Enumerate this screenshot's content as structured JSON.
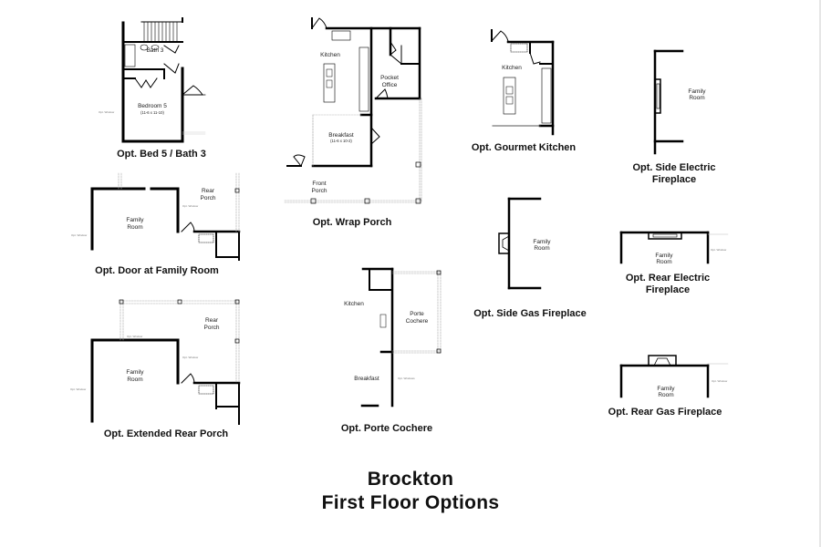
{
  "title": {
    "line1": "Brockton",
    "line2": "First Floor Options"
  },
  "options": [
    {
      "id": "bed5-bath3",
      "caption": "Opt. Bed 5 / Bath 3",
      "rooms": [
        {
          "name": "Bath 3"
        },
        {
          "name": "Bedroom 5",
          "dimensions": "(11-6 x 11-10)"
        }
      ]
    },
    {
      "id": "wrap-porch",
      "caption": "Opt. Wrap Porch",
      "rooms": [
        {
          "name": "Kitchen"
        },
        {
          "name": "Pocket Office",
          "line1": "Pocket",
          "line2": "Office"
        },
        {
          "name": "Breakfast",
          "dimensions": "(11-6 x 10-2)"
        },
        {
          "name": "Front Porch",
          "line1": "Front",
          "line2": "Porch"
        }
      ]
    },
    {
      "id": "gourmet-kitchen",
      "caption": "Opt. Gourmet Kitchen",
      "rooms": [
        {
          "name": "Kitchen"
        }
      ]
    },
    {
      "id": "side-electric-fireplace",
      "caption_line1": "Opt. Side Electric",
      "caption_line2": "Fireplace",
      "rooms": [
        {
          "name": "Family Room",
          "line1": "Family",
          "line2": "Room"
        }
      ]
    },
    {
      "id": "door-family-room",
      "caption": "Opt. Door at Family Room",
      "rooms": [
        {
          "name": "Family Room",
          "line1": "Family",
          "line2": "Room"
        },
        {
          "name": "Rear Porch",
          "line1": "Rear",
          "line2": "Porch"
        }
      ]
    },
    {
      "id": "porte-cochere",
      "caption": "Opt. Porte Cochere",
      "rooms": [
        {
          "name": "Kitchen"
        },
        {
          "name": "Porte Cochere",
          "line1": "Porte",
          "line2": "Cochere"
        },
        {
          "name": "Breakfast"
        }
      ]
    },
    {
      "id": "side-gas-fireplace",
      "caption": "Opt. Side Gas Fireplace",
      "rooms": [
        {
          "name": "Family Room",
          "line1": "Family",
          "line2": "Room"
        }
      ]
    },
    {
      "id": "rear-electric-fireplace",
      "caption_line1": "Opt. Rear Electric",
      "caption_line2": "Fireplace",
      "rooms": [
        {
          "name": "Family Room",
          "line1": "Family",
          "line2": "Room"
        }
      ]
    },
    {
      "id": "extended-rear-porch",
      "caption": "Opt. Extended Rear Porch",
      "rooms": [
        {
          "name": "Rear Porch",
          "line1": "Rear",
          "line2": "Porch"
        },
        {
          "name": "Family Room",
          "line1": "Family",
          "line2": "Room"
        }
      ]
    },
    {
      "id": "rear-gas-fireplace",
      "caption": "Opt. Rear Gas Fireplace",
      "rooms": [
        {
          "name": "Family Room",
          "line1": "Family",
          "line2": "Room"
        }
      ]
    }
  ],
  "annotations": {
    "window": "Opt. Window",
    "windows": "Opt. Windows"
  }
}
